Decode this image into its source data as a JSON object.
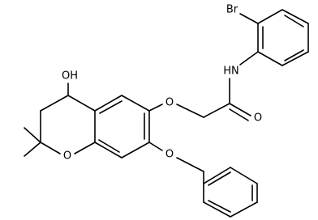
{
  "molecule": {
    "labels": {
      "br": "Br",
      "nh": "HN",
      "carbonyl_o": "O",
      "ether_o_top": "O",
      "ether_o_bottom": "O",
      "ring_o": "O",
      "hydroxyl": "OH"
    }
  }
}
